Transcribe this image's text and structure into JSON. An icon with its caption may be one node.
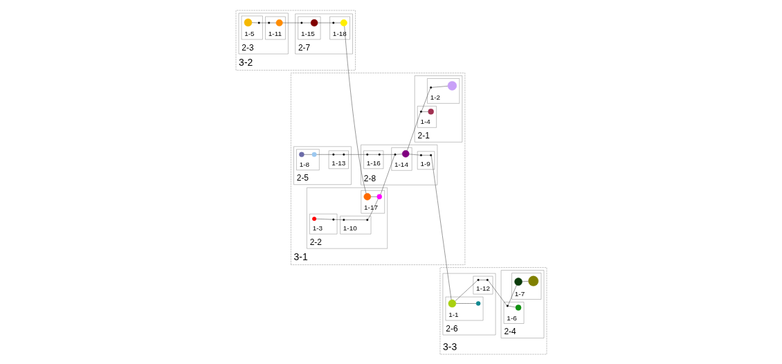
{
  "diagram": {
    "nodes": [
      {
        "text": [
          "3-2"
        ]
      },
      {
        "text": [
          "2-3"
        ],
        "in": 0
      },
      {
        "text": [
          "1-5"
        ],
        "in": 1
      },
      {
        "text": [],
        "shape": "circle",
        "in": 2
      },
      {
        "text": [],
        "shape": "circle",
        "in": 2
      },
      {
        "text": [
          "1-11"
        ],
        "in": 1
      },
      {
        "text": [],
        "shape": "circle",
        "in": 5
      },
      {
        "text": [],
        "shape": "circle",
        "in": 5
      },
      {
        "text": [
          "2-7"
        ],
        "in": 0
      },
      {
        "text": [
          "1-15"
        ],
        "in": 8
      },
      {
        "text": [],
        "shape": "circle",
        "in": 9
      },
      {
        "text": [],
        "shape": "circle",
        "in": 9
      },
      {
        "text": [
          "1-18"
        ],
        "in": 8
      },
      {
        "text": [],
        "shape": "circle",
        "in": 12
      },
      {
        "text": [],
        "shape": "circle",
        "in": 12
      },
      {
        "text": [
          "3-1"
        ]
      },
      {
        "text": [
          "2-5"
        ],
        "in": 15
      },
      {
        "text": [
          "1-8"
        ],
        "in": 16
      },
      {
        "text": [],
        "shape": "circle",
        "in": 17
      },
      {
        "text": [],
        "shape": "circle",
        "in": 17
      },
      {
        "text": [
          "1-13"
        ],
        "in": 16
      },
      {
        "text": [],
        "shape": "circle",
        "in": 20
      },
      {
        "text": [],
        "shape": "circle",
        "in": 20
      },
      {
        "text": [
          "2-2"
        ],
        "in": 15
      },
      {
        "text": [
          "1-3"
        ],
        "in": 23
      },
      {
        "text": [],
        "shape": "circle",
        "in": 24
      },
      {
        "text": [],
        "shape": "circle",
        "in": 24
      },
      {
        "text": [
          "1-10"
        ],
        "in": 23
      },
      {
        "text": [],
        "shape": "circle",
        "in": 27
      },
      {
        "text": [],
        "shape": "circle",
        "in": 27
      },
      {
        "text": [
          "1-17"
        ],
        "in": 23
      },
      {
        "text": [],
        "shape": "circle",
        "in": 30
      },
      {
        "text": [],
        "shape": "circle",
        "in": 30
      },
      {
        "text": [
          "2-8"
        ],
        "in": 15
      },
      {
        "text": [
          "1-16"
        ],
        "in": 33
      },
      {
        "text": [],
        "shape": "circle",
        "in": 34
      },
      {
        "text": [],
        "shape": "circle",
        "in": 34
      },
      {
        "text": [
          "1-14"
        ],
        "in": 33
      },
      {
        "text": [],
        "shape": "circle",
        "in": 37
      },
      {
        "text": [],
        "shape": "circle",
        "in": 37
      },
      {
        "text": [
          "1-9"
        ],
        "in": 33
      },
      {
        "text": [],
        "shape": "circle",
        "in": 40
      },
      {
        "text": [],
        "shape": "circle",
        "in": 40
      },
      {
        "text": [
          "2-1"
        ],
        "in": 15
      },
      {
        "text": [
          "1-4"
        ],
        "in": 43
      },
      {
        "text": [],
        "shape": "circle",
        "in": 44
      },
      {
        "text": [],
        "shape": "circle",
        "in": 44
      },
      {
        "text": [
          "1-2"
        ],
        "in": 43
      },
      {
        "text": [],
        "shape": "circle",
        "in": 47
      },
      {
        "text": [],
        "shape": "circle",
        "in": 47
      },
      {
        "text": [
          "3-3"
        ]
      },
      {
        "text": [
          "2-6"
        ],
        "in": 50
      },
      {
        "text": [
          "1-1"
        ],
        "in": 51
      },
      {
        "text": [],
        "shape": "circle",
        "in": 52
      },
      {
        "text": [],
        "shape": "circle",
        "in": 52
      },
      {
        "text": [
          "1-12"
        ],
        "in": 51
      },
      {
        "text": [],
        "shape": "circle",
        "in": 55
      },
      {
        "text": [],
        "shape": "circle",
        "in": 55
      },
      {
        "text": [
          "2-4"
        ],
        "in": 50
      },
      {
        "text": [
          "1-6"
        ],
        "in": 58
      },
      {
        "text": [],
        "shape": "circle",
        "in": 59
      },
      {
        "text": [],
        "shape": "circle",
        "in": 59
      },
      {
        "text": [
          "1-7"
        ],
        "in": 58
      },
      {
        "text": [],
        "shape": "circle",
        "in": 62
      },
      {
        "text": [],
        "shape": "circle",
        "in": 62
      }
    ],
    "edges": [
      {
        "from": 3,
        "to": 4,
        "arrow": "none"
      },
      {
        "from": 4,
        "to": 6,
        "arrow": "none"
      },
      {
        "from": 6,
        "to": 7,
        "arrow": "none"
      },
      {
        "from": 7,
        "to": 10,
        "arrow": "none"
      },
      {
        "from": 10,
        "to": 11,
        "arrow": "none"
      },
      {
        "from": 11,
        "to": 13,
        "arrow": "none"
      },
      {
        "from": 13,
        "to": 14,
        "arrow": "none"
      },
      {
        "from": 14,
        "to": 31,
        "arrow": "none"
      },
      {
        "from": 31,
        "to": 32,
        "arrow": "none"
      },
      {
        "from": 32,
        "to": 38,
        "arrow": "none"
      },
      {
        "from": 38,
        "to": 39,
        "arrow": "none"
      },
      {
        "from": 39,
        "to": 41,
        "arrow": "none"
      },
      {
        "from": 41,
        "to": 42,
        "arrow": "none"
      },
      {
        "from": 42,
        "to": 53,
        "arrow": "none"
      },
      {
        "from": 53,
        "to": 56,
        "arrow": "none"
      },
      {
        "from": 56,
        "to": 57,
        "arrow": "none"
      },
      {
        "from": 57,
        "to": 60,
        "arrow": "none"
      },
      {
        "from": 60,
        "to": 63,
        "arrow": "none"
      },
      {
        "from": 63,
        "to": 64,
        "arrow": "none"
      },
      {
        "from": 25,
        "to": 26,
        "arrow": "none"
      },
      {
        "from": 26,
        "to": 28,
        "arrow": "none"
      },
      {
        "from": 28,
        "to": 29,
        "arrow": "none"
      },
      {
        "from": 29,
        "to": 32,
        "arrow": "none"
      },
      {
        "from": 18,
        "to": 19,
        "arrow": "none"
      },
      {
        "from": 19,
        "to": 21,
        "arrow": "none"
      },
      {
        "from": 21,
        "to": 22,
        "arrow": "none"
      },
      {
        "from": 22,
        "to": 35,
        "arrow": "none"
      },
      {
        "from": 35,
        "to": 36,
        "arrow": "none"
      },
      {
        "from": 36,
        "to": 38,
        "arrow": "none"
      },
      {
        "from": 39,
        "to": 45,
        "arrow": "none"
      },
      {
        "from": 45,
        "to": 48,
        "arrow": "none"
      },
      {
        "from": 48,
        "to": 49,
        "arrow": "none"
      },
      {
        "from": 45,
        "to": 46,
        "arrow": "none"
      },
      {
        "from": 53,
        "to": 54,
        "arrow": "none"
      },
      {
        "from": 60,
        "to": 61,
        "arrow": "none"
      }
    ]
  }
}
